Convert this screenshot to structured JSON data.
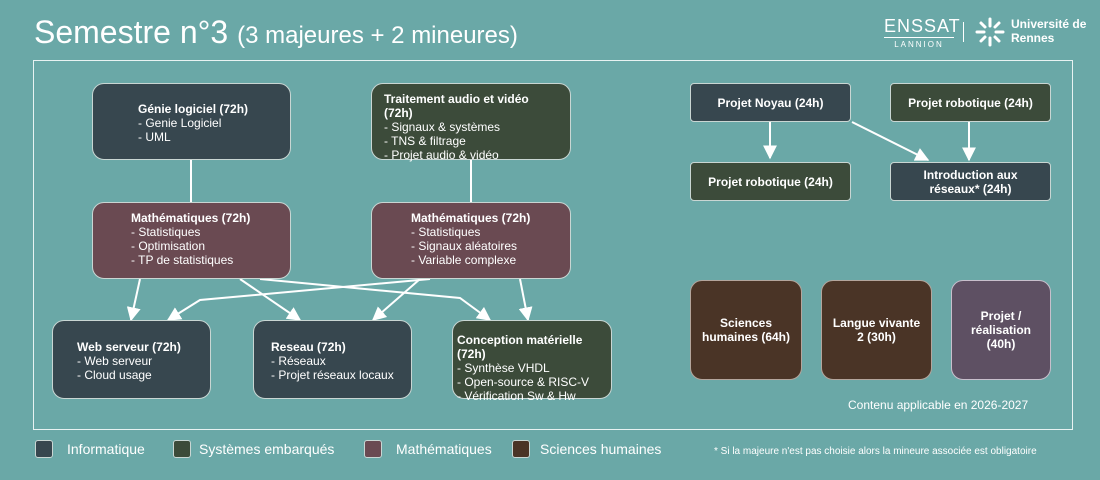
{
  "header": {
    "title": "Semestre n°3",
    "subtitle": "(3 majeures + 2 mineures)"
  },
  "logos": {
    "enssat": "ENSSAT",
    "enssat_sub": "LANNION",
    "university": "Université de Rennes"
  },
  "modules": {
    "genie": {
      "title": "Génie logiciel (72h)",
      "items": [
        "- Genie Logiciel",
        "- UML"
      ]
    },
    "audio": {
      "title": "Traitement audio et vidéo (72h)",
      "items": [
        "- Signaux & systèmes",
        "- TNS & filtrage",
        "- Projet audio & vidéo"
      ]
    },
    "math1": {
      "title": "Mathématiques (72h)",
      "items": [
        "- Statistiques",
        "- Optimisation",
        "- TP de statistiques"
      ]
    },
    "math2": {
      "title": "Mathématiques (72h)",
      "items": [
        "- Statistiques",
        "- Signaux aléatoires",
        "- Variable complexe"
      ]
    },
    "web": {
      "title": "Web serveur (72h)",
      "items": [
        "- Web serveur",
        "- Cloud usage"
      ]
    },
    "reseau": {
      "title": "Reseau (72h)",
      "items": [
        "- Réseaux",
        "- Projet réseaux locaux"
      ]
    },
    "conception": {
      "title": "Conception matérielle (72h)",
      "items": [
        "- Synthèse VHDL",
        "- Open-source & RISC-V",
        "- Vérification Sw & Hw"
      ]
    }
  },
  "minors": {
    "noyau": "Projet Noyau (24h)",
    "robot_top": "Projet robotique (24h)",
    "robot_bottom": "Projet robotique (24h)",
    "intro_reseaux": "Introduction aux réseaux* (24h)"
  },
  "common": {
    "sciences": "Sciences humaines (64h)",
    "langue": "Langue vivante 2 (30h)",
    "projet": "Projet / réalisation (40h)"
  },
  "note": "Contenu applicable en 2026-2027",
  "legend": [
    {
      "label": "Informatique",
      "color": "#37474f"
    },
    {
      "label": "Systèmes embarqués",
      "color": "#3c4b3a"
    },
    {
      "label": "Mathématiques",
      "color": "#6a4a52"
    },
    {
      "label": "Sciences humaines",
      "color": "#4a3426"
    }
  ],
  "footnote": "* Si la majeure n'est pas choisie alors la mineure associée est obligatoire",
  "colors": {
    "background": "#6aa8a7",
    "informatique": "#37474f",
    "systemes_embarques": "#3c4b3a",
    "mathematiques": "#6a4a52",
    "sciences_humaines": "#4a3426",
    "projet": "#5e5063"
  }
}
